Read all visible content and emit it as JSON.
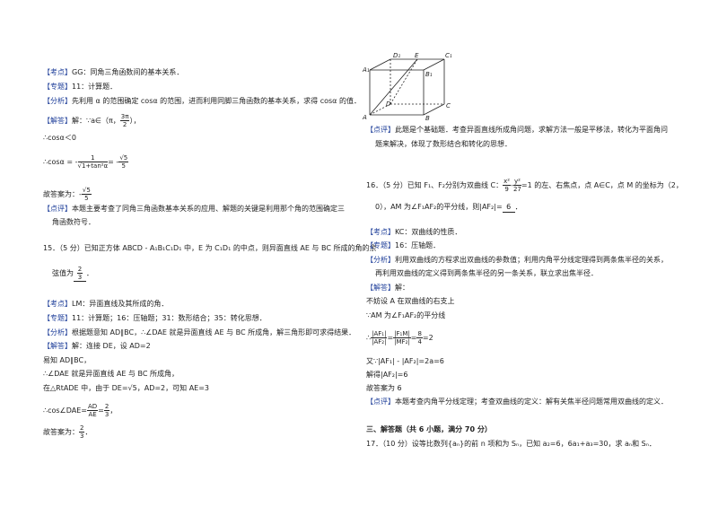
{
  "left": {
    "q14": {
      "kaodian_tag": "【考点】",
      "kaodian": "GG：同角三角函数间的基本关系．",
      "zhuanti_tag": "【专题】",
      "zhuanti": "11：计算题．",
      "fenxi_tag": "【分析】",
      "fenxi": "先利用 α 的范围确定 cosα 的范围，进而利用同脚三角函数的基本关系，求得 cosα 的值．",
      "jieda_tag": "【解答】",
      "jieda1_pre": "解：∵a∈（π，",
      "jieda1_frac_num": "3π",
      "jieda1_frac_den": "2",
      "jieda1_post": "），",
      "line_cos_neg": "∴cosα＜0",
      "line_cos_pre": "∴cosα = -",
      "line_cos_frac_num": "1",
      "line_cos_frac_den": "√1+tan²α",
      "line_cos_eq": "= -",
      "line_cos_frac2_num": "√5",
      "line_cos_frac2_den": "5",
      "answer_label": "故答案为：-",
      "answer_frac_num": "√5",
      "answer_frac_den": "5",
      "dianping_tag": "【点评】",
      "dianping1": "本题主要考查了同角三角函数基本关系的应用、解题的关键是利用那个角的范围确定三",
      "dianping2": "角函数符号．"
    },
    "q15": {
      "stem1": "15．（5 分）已知正方体 ABCD - A₁B₁C₁D₁ 中，E 为 C₁D₁ 的中点，则异面直线 AE 与 BC 所成的角的余",
      "stem2_pre": "弦值为",
      "stem2_frac_num": "2",
      "stem2_frac_den": "3",
      "stem2_post": "．",
      "kaodian_tag": "【考点】",
      "kaodian": "LM：异面直线及其所成的角．",
      "zhuanti_tag": "【专题】",
      "zhuanti": "11：计算题；16：压轴题；31：数形结合；35：转化思想．",
      "fenxi_tag": "【分析】",
      "fenxi": "根据题意知 AD∥BC，∴∠DAE 就是异面直线 AE 与 BC 所成角，解三角形即可求得结果．",
      "jieda_tag": "【解答】",
      "jieda1": "解：连接 DE，设 AD=2",
      "line2": "易知 AD∥BC，",
      "line3": "∴∠DAE 就是异面直线 AE 与 BC 所成角，",
      "line4": "在△RtADE 中，由于 DE=√5，AD=2，可知 AE=3",
      "line5_pre": "∴cos∠DAE=",
      "line5_frac_num": "AD",
      "line5_frac_den": "AE",
      "line5_eq": "=",
      "line5_frac2_num": "2",
      "line5_frac2_den": "3",
      "line5_post": "，",
      "answer_label": "故答案为：",
      "answer_frac_num": "2",
      "answer_frac_den": "3",
      "answer_post": "．"
    }
  },
  "right": {
    "cube_labels": {
      "A1": "A₁",
      "E": "E",
      "C1": "C₁",
      "D1": "D₁",
      "B1": "B₁",
      "D": "D",
      "A": "A",
      "B": "B",
      "C": "C"
    },
    "q15_dianping_tag": "【点评】",
    "q15_dianping1": "此题是个基础题．考查异面直线所成角问题，求解方法一般是平移法，转化为平面角问",
    "q15_dianping2": "题来解决，体现了数形结合和转化的思想．",
    "q16": {
      "stem1_pre": "16．（5 分）已知 F₁、F₂分别为双曲线 C：",
      "stem1_frac1_num": "x²",
      "stem1_frac1_den": "9",
      "stem1_minus": "-",
      "stem1_frac2_num": "y²",
      "stem1_frac2_den": "27",
      "stem1_post": "=1 的左、右焦点，点 A∈C，点 M 的坐标为（2，",
      "stem2_pre": "0），AM 为∠F₁AF₂的平分线，则|AF₂|=",
      "stem2_blank": "6",
      "stem2_post": "．",
      "kaodian_tag": "【考点】",
      "kaodian": "KC：双曲线的性质．",
      "zhuanti_tag": "【专题】",
      "zhuanti": "16：压轴题．",
      "fenxi_tag": "【分析】",
      "fenxi1": "利用双曲线的方程求出双曲线的参数值；利用内角平分线定理得到两条焦半径的关系，",
      "fenxi2": "再利用双曲线的定义得到两条焦半径的另一条关系，联立求出焦半径．",
      "jieda_tag": "【解答】",
      "jieda1": "解：",
      "line2": "不妨设 A 在双曲线的右支上",
      "line3": "∵AM 为∠F₁AF₂的平分线",
      "line4_pre": "∴",
      "line4_frac1_num": "|AF₁|",
      "line4_frac1_den": "|AF₂|",
      "line4_eq1": "=",
      "line4_frac2_num": "|F₁M|",
      "line4_frac2_den": "|MF₂|",
      "line4_eq2": "=",
      "line4_frac3_num": "8",
      "line4_frac3_den": "4",
      "line4_post": "=2",
      "line5": "又∵|AF₁| - |AF₂|=2a=6",
      "line6": "解得|AF₂|=6",
      "answer": "故答案为 6",
      "dianping_tag": "【点评】",
      "dianping": "本题考查内角平分线定理；考查双曲线的定义：解有关焦半径问题常用双曲线的定义．"
    },
    "section3": "三、解答题（共 6 小题，满分 70 分）",
    "q17": "17．（10 分）设等比数列{aₙ}的前 n 项和为 Sₙ，已知 a₂=6，6a₁+a₃=30，求 aₙ和 Sₙ．"
  }
}
